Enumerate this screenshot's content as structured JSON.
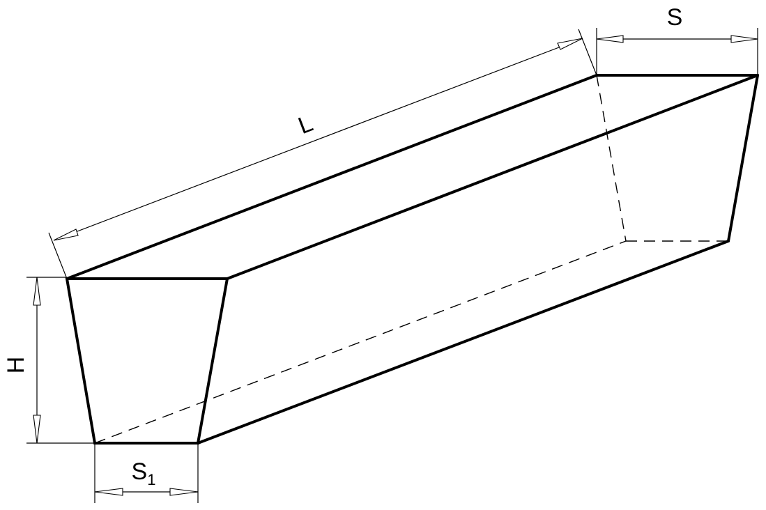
{
  "labels": {
    "length": "L",
    "top_width": "S",
    "height": "H",
    "bottom_width_base": "S",
    "bottom_width_sub": "1"
  },
  "colors": {
    "line": "#000000",
    "background": "#ffffff"
  }
}
